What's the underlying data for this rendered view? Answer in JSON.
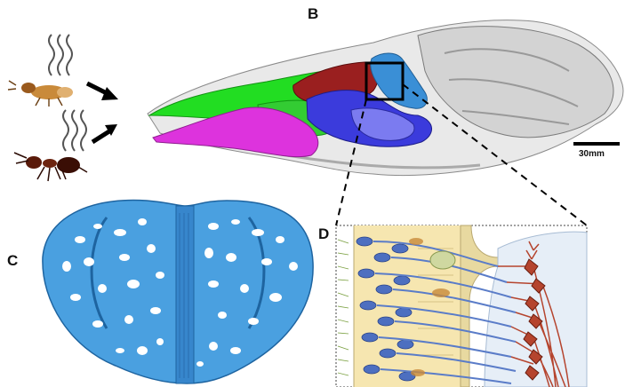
{
  "panels": {
    "b": "B",
    "c": "C",
    "d": "D"
  },
  "scale_bar": {
    "label": "30mm"
  },
  "colors": {
    "olfactory_bulb_red": "#9a1f1f",
    "turbinate_green": "#22dd22",
    "turbinate_magenta": "#dd33dd",
    "turbinate_blue": "#3b3bdc",
    "cribriform_plate": "#3a8fd6",
    "neuron_blue": "#4d6fc0",
    "mitral_cell_red": "#b5442e",
    "skull_gray": "#cfcfcf"
  }
}
